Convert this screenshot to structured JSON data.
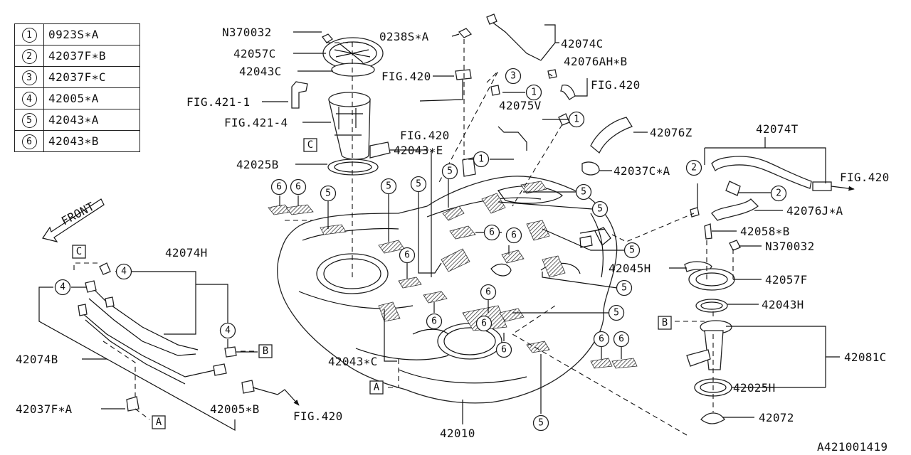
{
  "legend": [
    {
      "num": "1",
      "code": "0923S∗A"
    },
    {
      "num": "2",
      "code": "42037F∗B"
    },
    {
      "num": "3",
      "code": "42037F∗C"
    },
    {
      "num": "4",
      "code": "42005∗A"
    },
    {
      "num": "5",
      "code": "42043∗A"
    },
    {
      "num": "6",
      "code": "42043∗B"
    }
  ],
  "labels": {
    "n370032_top": "N370032",
    "p42057c": "42057C",
    "p42043c": "42043C",
    "fig421_1": "FIG.421-1",
    "fig421_4": "FIG.421-4",
    "p42025b": "42025B",
    "p0238s": "0238S∗A",
    "fig420_a": "FIG.420",
    "p42074c": "42074C",
    "p42076ah": "42076AH∗B",
    "fig420_b": "FIG.420",
    "p42075v": "42075V",
    "p42076z": "42076Z",
    "fig420_c": "FIG.420",
    "p42043e": "42043∗E",
    "p42037c": "42037C∗A",
    "p42074t": "42074T",
    "fig420_d": "FIG.420",
    "p42076j": "42076J∗A",
    "p42058b": "42058∗B",
    "n370032_right": "N370032",
    "p42045h": "42045H",
    "p42057f": "42057F",
    "p42043h": "42043H",
    "p42081c": "42081C",
    "p42025h": "42025H",
    "p42072": "42072",
    "front": "FRONT",
    "p42074h": "42074H",
    "p42074b": "42074B",
    "p42043c2": "42043∗C",
    "p42037f": "42037F∗A",
    "p42005b": "42005∗B",
    "fig420_e": "FIG.420",
    "p42010": "42010",
    "doc_id": "A421001419"
  },
  "boxes": {
    "a": "A",
    "b": "B",
    "c": "C"
  }
}
